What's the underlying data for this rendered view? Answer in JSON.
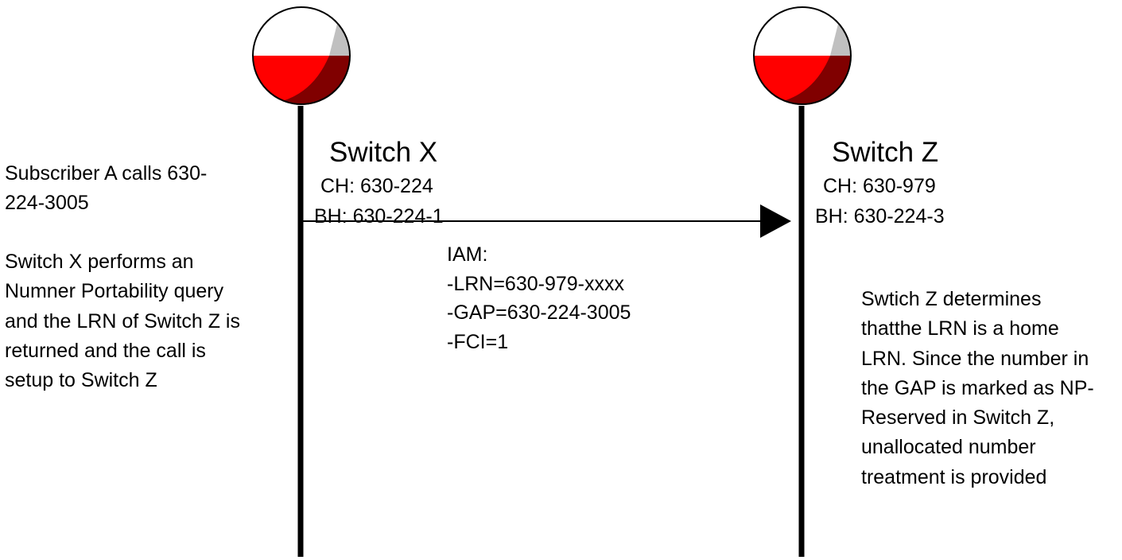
{
  "colors": {
    "lifeline": "#000000",
    "node_top": "#ffffff",
    "node_top_shade": "#c0c0c0",
    "node_bottom": "#ff0000",
    "node_bottom_shade": "#800000",
    "node_outline": "#000000"
  },
  "icons": {
    "node": "switch-node-icon",
    "arrow": "arrow-head-icon"
  },
  "switches": [
    {
      "title": "Switch X",
      "ch": "CH: 630-224",
      "bh": "BH: 630-224-1"
    },
    {
      "title": "Switch Z",
      "ch": "CH: 630-979",
      "bh": "BH: 630-224-3"
    }
  ],
  "left_note": {
    "paragraph1": [
      "Subscriber A calls 630-",
      "224-3005"
    ],
    "paragraph2": [
      "Switch X performs an",
      "Numner Portability query",
      "and the LRN of Switch Z is",
      "returned and the call is",
      "setup to Switch Z"
    ]
  },
  "message": {
    "lines": [
      "IAM:",
      "-LRN=630-979-xxxx",
      "-GAP=630-224-3005",
      "-FCI=1"
    ]
  },
  "right_note": {
    "lines": [
      "Swtich Z determines",
      "thatthe LRN is a home",
      "LRN.  Since the number in",
      "the GAP is marked as NP-",
      "Reserved in Switch Z,",
      "unallocated number",
      "treatment is provided"
    ]
  }
}
